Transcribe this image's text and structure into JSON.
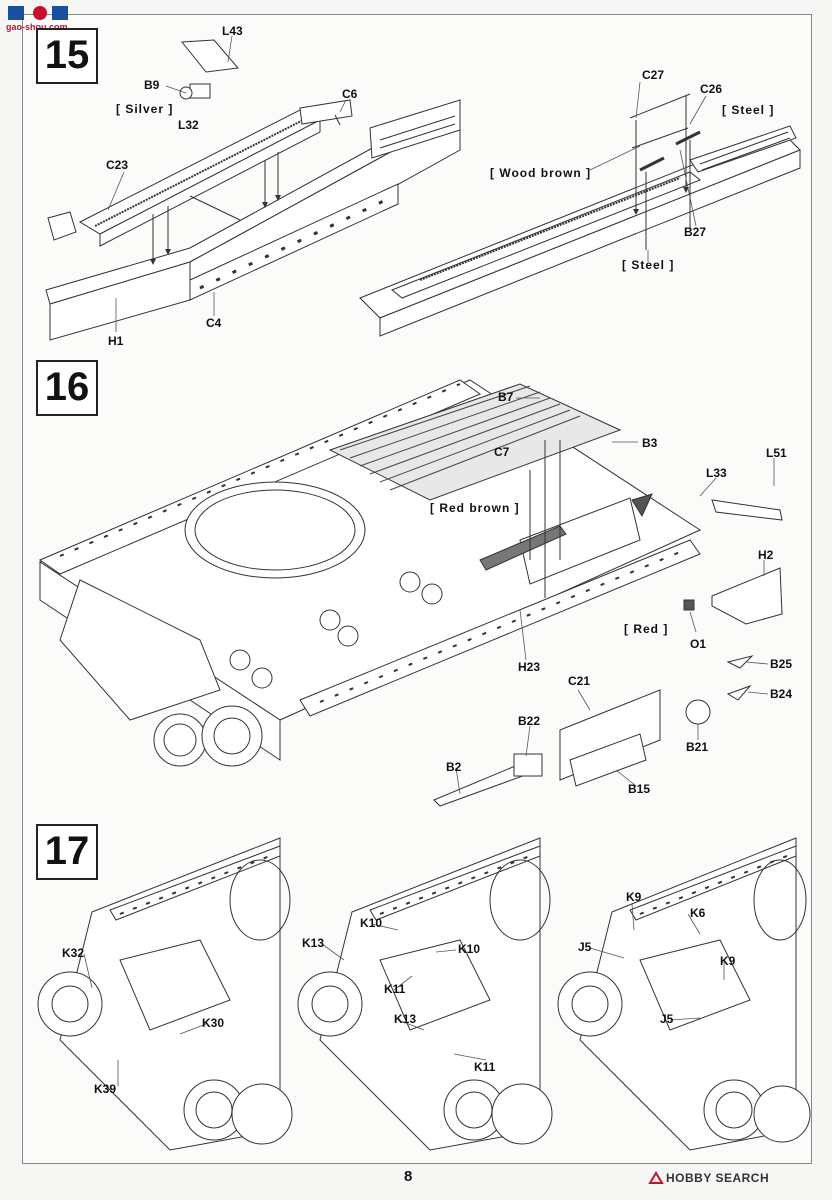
{
  "watermark": {
    "text": "gao-shou.com"
  },
  "steps": {
    "s15": {
      "number": "15",
      "labels": {
        "L43": "L43",
        "B9": "B9",
        "silver": "[ Silver ]",
        "L32": "L32",
        "C6": "C6",
        "C23": "C23",
        "C4": "C4",
        "H1": "H1",
        "C27": "C27",
        "C26": "C26",
        "steel1": "[ Steel ]",
        "wood": "[ Wood brown ]",
        "B27": "B27",
        "steel2": "[ Steel ]"
      }
    },
    "s16": {
      "number": "16",
      "labels": {
        "B7": "B7",
        "B3": "B3",
        "C7": "C7",
        "L51": "L51",
        "L33": "L33",
        "redbrown": "[ Red brown ]",
        "H2": "H2",
        "red": "[ Red ]",
        "O1": "O1",
        "H23": "H23",
        "C21": "C21",
        "B25": "B25",
        "B24": "B24",
        "B22": "B22",
        "B21": "B21",
        "B2": "B2",
        "B15": "B15"
      }
    },
    "s17": {
      "number": "17",
      "labels": {
        "K32": "K32",
        "K30": "K30",
        "K39": "K39",
        "K10a": "K10",
        "K13a": "K13",
        "K10b": "K10",
        "K11a": "K11",
        "K13b": "K13",
        "K11b": "K11",
        "K9a": "K9",
        "K6": "K6",
        "J5a": "J5",
        "K9b": "K9",
        "J5b": "J5"
      }
    }
  },
  "footer": {
    "page_number": "8",
    "brand": "HOBBY SEARCH"
  }
}
